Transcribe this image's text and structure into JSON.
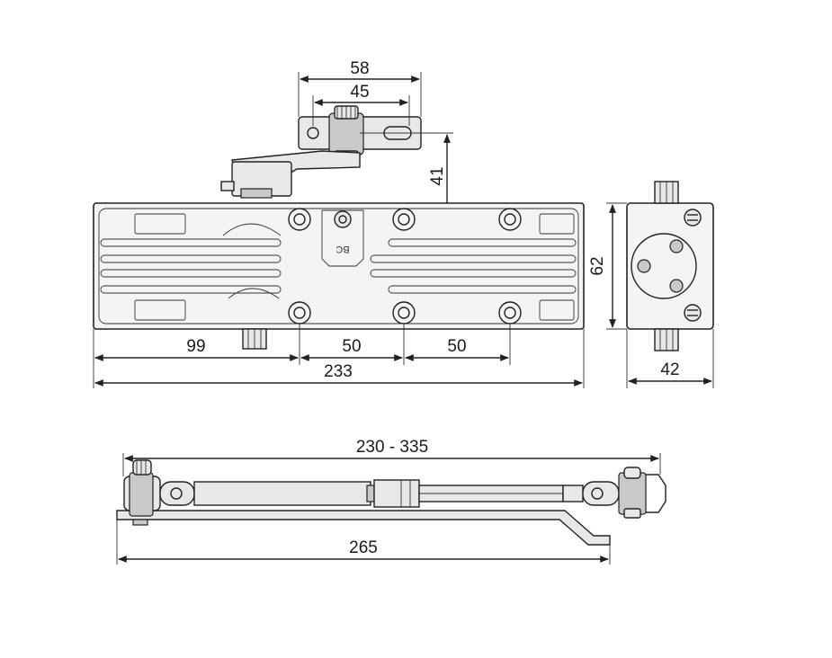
{
  "dimensions": {
    "bracket_outer": "58",
    "bracket_holes": "45",
    "arm_offset": "41",
    "hole_offset_left": "99",
    "hole_pitch_1": "50",
    "hole_pitch_2": "50",
    "body_length": "233",
    "body_height": "62",
    "body_depth": "42",
    "arm_range": "230 - 335",
    "arm_length": "265"
  },
  "marking": "BC"
}
